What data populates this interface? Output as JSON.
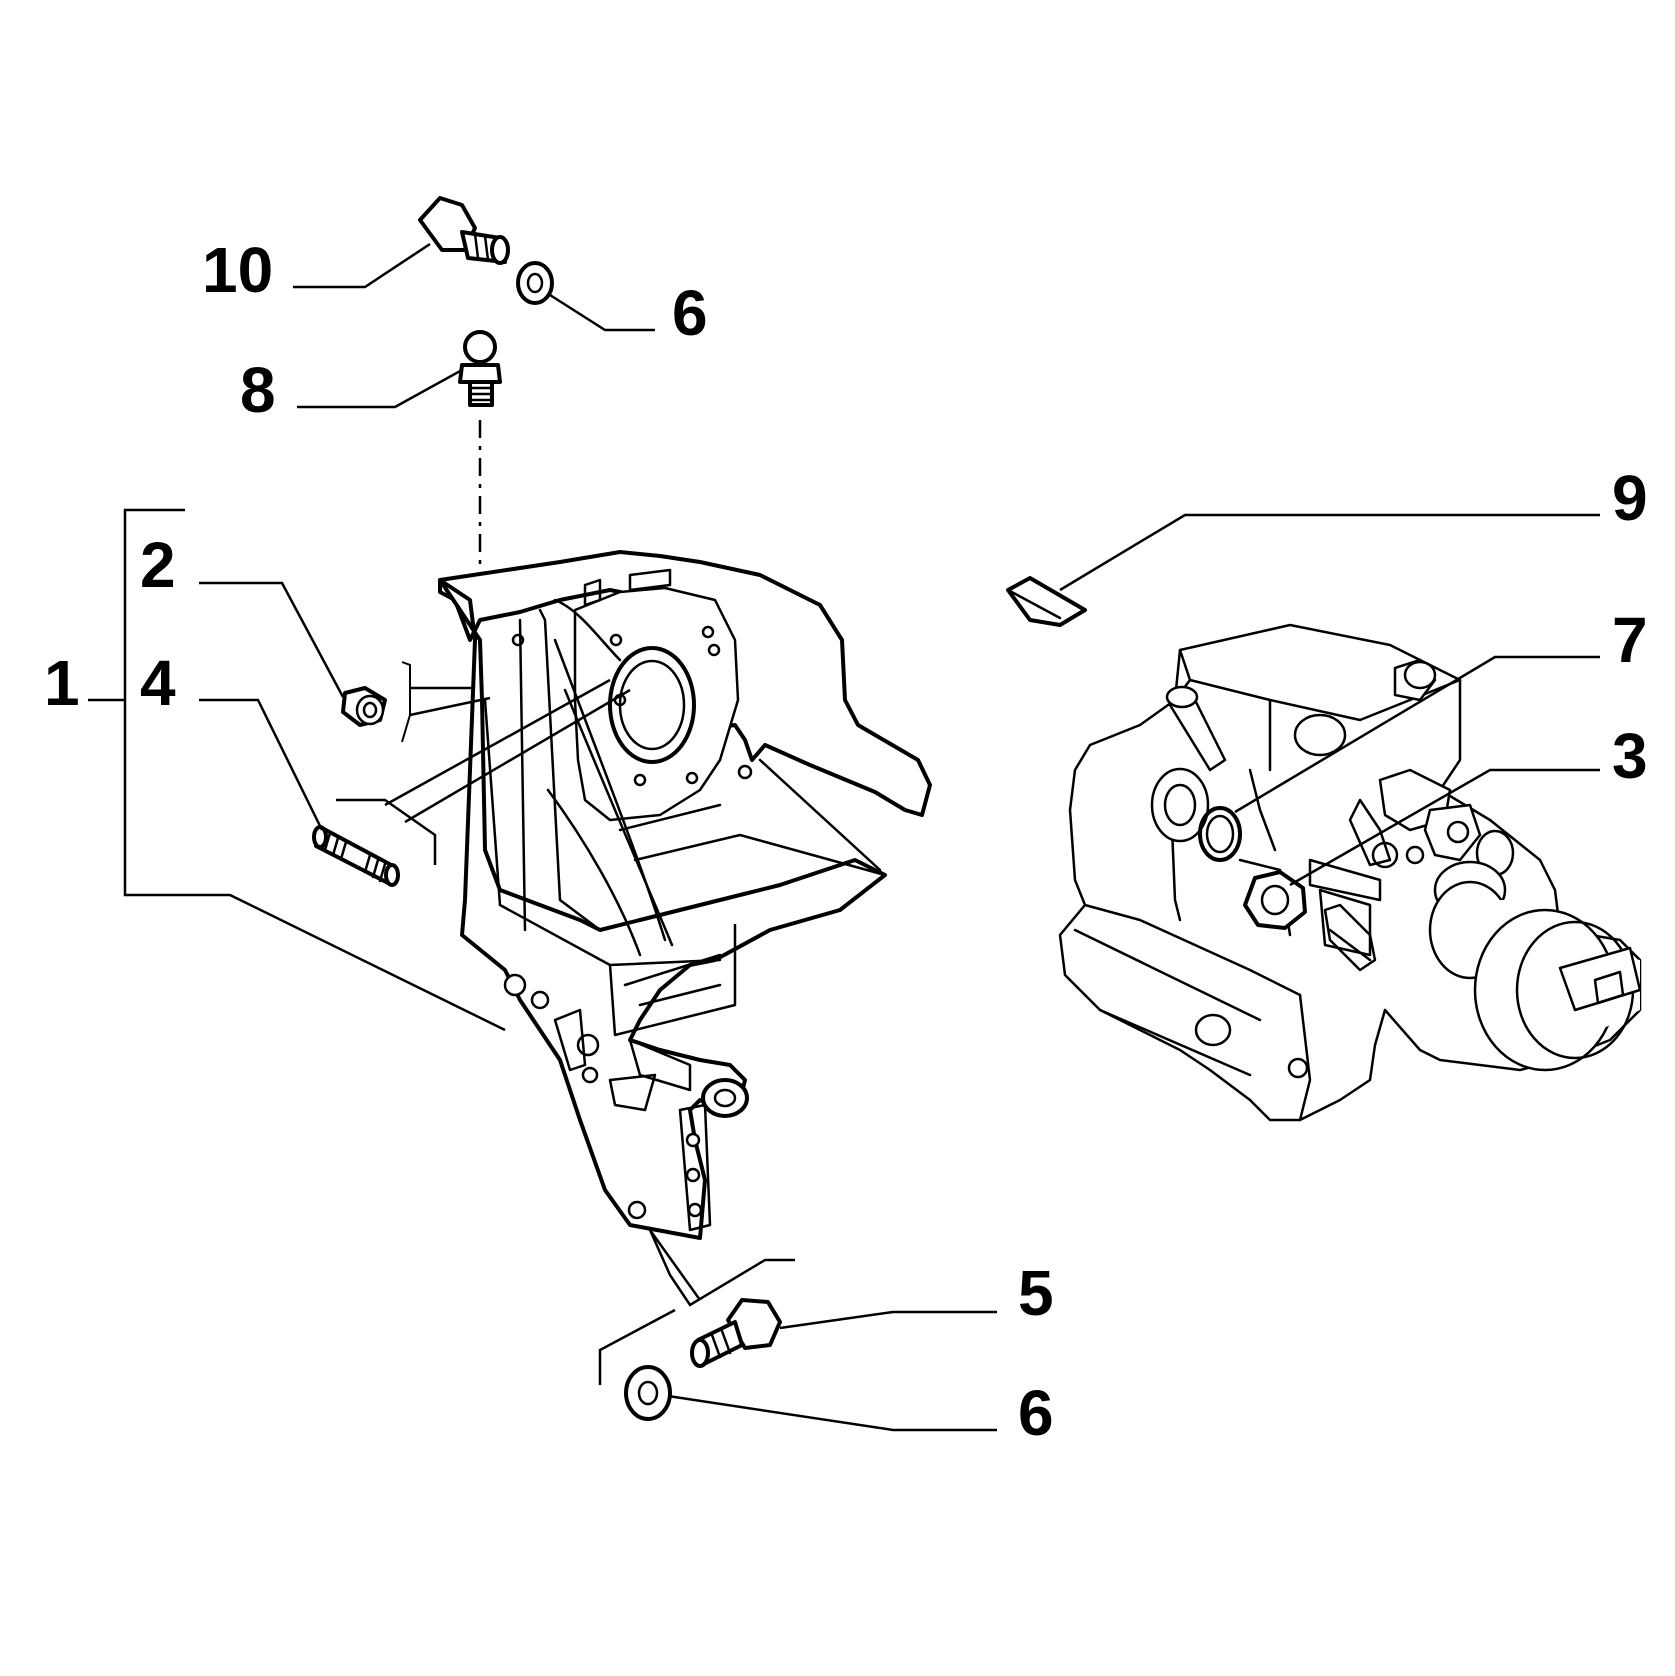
{
  "callouts": {
    "c1": "1",
    "c2": "2",
    "c3": "3",
    "c4": "4",
    "c5": "5",
    "c6_top": "6",
    "c6_bottom": "6",
    "c7": "7",
    "c8": "8",
    "c9": "9",
    "c10": "10"
  },
  "colors": {
    "ink": "#000000",
    "paper": "#ffffff"
  }
}
